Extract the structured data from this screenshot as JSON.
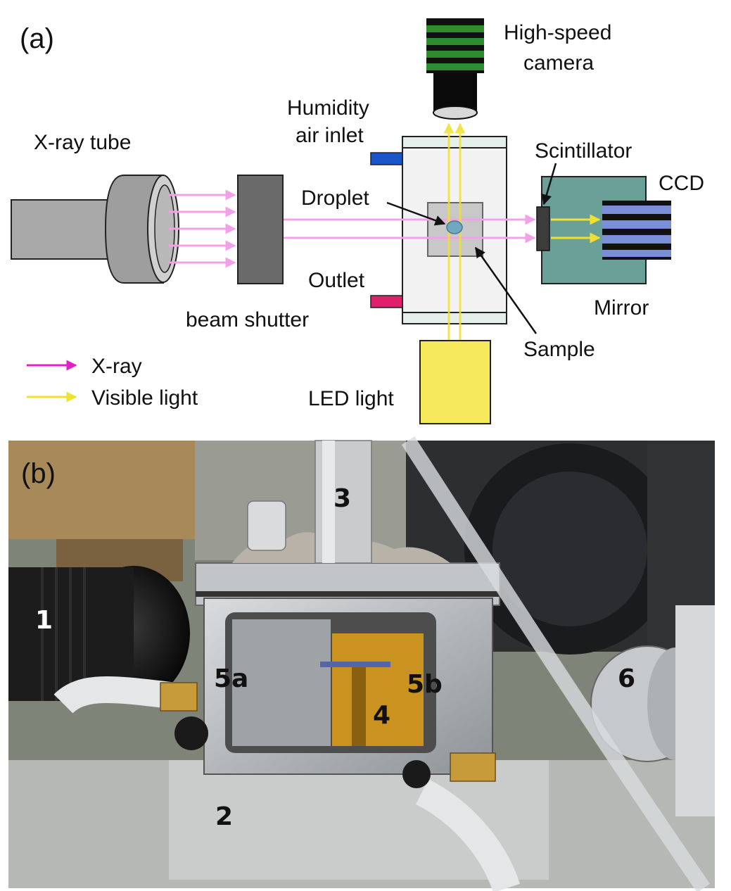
{
  "panel_a": {
    "panel_label": "(a)",
    "labels": {
      "xray_tube": "X-ray tube",
      "beam_shutter": "beam shutter",
      "high_speed_camera_line1": "High-speed",
      "high_speed_camera_line2": "camera",
      "humidity_inlet_line1": "Humidity",
      "humidity_inlet_line2": "air inlet",
      "droplet": "Droplet",
      "outlet": "Outlet",
      "sample": "Sample",
      "led_light": "LED light",
      "scintillator": "Scintillator",
      "ccd": "CCD",
      "mirror": "Mirror"
    },
    "legend": {
      "xray": "X-ray",
      "visible": "Visible light"
    },
    "colors": {
      "xray_arrow": "#f4a0e8",
      "xray_legend": "#e020c8",
      "visible_arrow": "#f0e030",
      "led": "#f5e85a",
      "ccd_box": "#6aa098",
      "ccd_stripes": "#7b8fd8",
      "camera_fins": "#2e8b2e",
      "inlet": "#1a55c8",
      "outlet": "#e0206a"
    }
  },
  "panel_b": {
    "panel_label": "(b)",
    "numbers": {
      "n1": "1",
      "n2": "2",
      "n3": "3",
      "n4": "4",
      "n5a": "5a",
      "n5b": "5b",
      "n6": "6"
    }
  }
}
